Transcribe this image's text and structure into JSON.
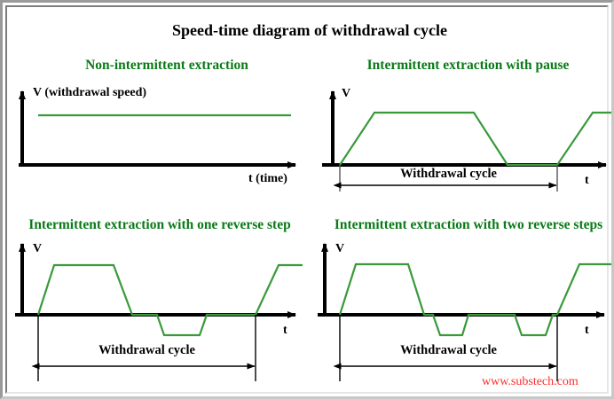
{
  "page": {
    "title": "Speed-time diagram of withdrawal cycle",
    "footer_url": "www.substech.com",
    "background_color": "#ffffff",
    "title_color": "#000000",
    "panel_title_color": "#0a7a18",
    "curve_color": "#3a9a3a",
    "axis_color": "#000000",
    "footer_color": "#ff2b2b",
    "frame_color": "#9a9a9a"
  },
  "panels": [
    {
      "id": "q1",
      "title": "Non-intermittent extraction",
      "y_axis_label": "V  (withdrawal speed)",
      "x_axis_label": "t  (time)",
      "cycle_label": "",
      "has_cycle_marker": false
    },
    {
      "id": "q2",
      "title": "Intermittent extraction with pause",
      "y_axis_label": "V",
      "x_axis_label": "t",
      "cycle_label": "Withdrawal cycle",
      "has_cycle_marker": true
    },
    {
      "id": "q3",
      "title": "Intermittent extraction with one reverse step",
      "y_axis_label": "V",
      "x_axis_label": "t",
      "cycle_label": "Withdrawal cycle",
      "has_cycle_marker": true
    },
    {
      "id": "q4",
      "title": "Intermittent extraction with two reverse steps",
      "y_axis_label": "V",
      "x_axis_label": "t",
      "cycle_label": "Withdrawal cycle",
      "has_cycle_marker": true
    }
  ],
  "chart_data": {
    "type": "line",
    "title": "Speed-time diagram of withdrawal cycle",
    "xlabel": "t (time)",
    "ylabel": "V (withdrawal speed)",
    "grid": false,
    "legend": "none",
    "note": "Four speed-time traces of drill withdrawal cycles; V axis vertical, t axis horizontal; values are normalized speed levels (1 = full withdrawal speed, 0 = stopped, negative = reverse).",
    "panels": [
      {
        "name": "Non-intermittent extraction",
        "x": [
          0.07,
          1.0
        ],
        "y": [
          1,
          1
        ],
        "ylim": [
          0,
          1.25
        ],
        "xlim": [
          0,
          1.0
        ]
      },
      {
        "name": "Intermittent extraction with pause",
        "x": [
          0.0,
          0.125,
          0.485,
          0.605,
          0.785,
          0.913,
          1.0
        ],
        "y": [
          0,
          1,
          1,
          0,
          0,
          1,
          1
        ],
        "ylim": [
          -0.55,
          1.25
        ],
        "xlim": [
          0,
          1.0
        ],
        "cycle_start": 0.0,
        "cycle_end": 0.785
      },
      {
        "name": "Intermittent extraction with one reverse step",
        "x": [
          0.0,
          0.06,
          0.27,
          0.33,
          0.42,
          0.5,
          0.63,
          0.69,
          0.8,
          0.89,
          1.0
        ],
        "y": [
          0,
          1,
          1,
          0,
          0,
          -0.4,
          -0.4,
          0,
          0,
          1,
          1
        ],
        "ylim": [
          -0.55,
          1.25
        ],
        "xlim": [
          0,
          1.0
        ],
        "cycle_start": 0.0,
        "cycle_end": 0.8
      },
      {
        "name": "Intermittent extraction with two reverse steps",
        "x": [
          0.0,
          0.06,
          0.26,
          0.32,
          0.36,
          0.41,
          0.48,
          0.53,
          0.66,
          0.71,
          0.8,
          0.84,
          0.9,
          1.0
        ],
        "y": [
          0,
          1,
          1,
          0,
          0,
          -0.4,
          -0.4,
          0,
          0,
          -0.4,
          -0.4,
          0,
          1,
          1
        ],
        "ylim": [
          -0.55,
          1.25
        ],
        "xlim": [
          0,
          1.0
        ],
        "cycle_start": 0.0,
        "cycle_end": 0.8
      }
    ]
  }
}
